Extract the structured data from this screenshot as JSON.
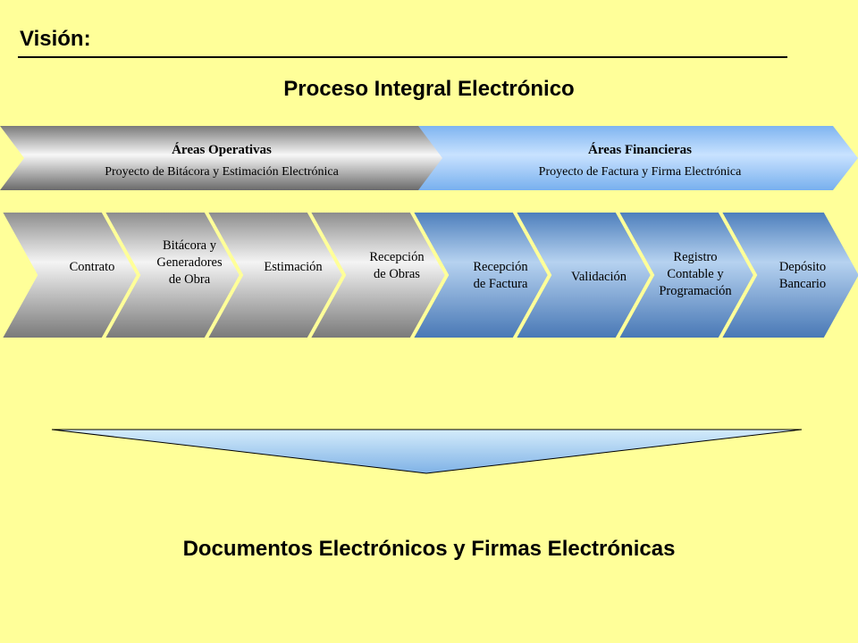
{
  "header": {
    "title": "Visión:"
  },
  "main_title": "Proceso Integral Electrónico",
  "bands": [
    {
      "title": "Áreas Operativas",
      "subtitle": "Proyecto de Bitácora y Estimación Electrónica"
    },
    {
      "title": "Áreas Financieras",
      "subtitle": "Proyecto de Factura y Firma  Electrónica"
    }
  ],
  "steps": [
    {
      "lines": [
        "Contrato"
      ]
    },
    {
      "lines": [
        "Bitácora y",
        "Generadores",
        "de Obra"
      ]
    },
    {
      "lines": [
        "Estimación"
      ]
    },
    {
      "lines": [
        "Recepción",
        "de Obras"
      ]
    },
    {
      "lines": [
        "Recepción",
        "de Factura"
      ]
    },
    {
      "lines": [
        "Validación"
      ]
    },
    {
      "lines": [
        "Registro",
        "Contable y",
        "Programación"
      ]
    },
    {
      "lines": [
        "Depósito",
        "Bancario"
      ]
    }
  ],
  "bottom_title": "Documentos Electrónicos y Firmas Electrónicas",
  "colors": {
    "background": "#ffff99",
    "gray_light": "#f5f5f5",
    "gray_dark": "#6e6e6e",
    "blue_light": "#c0dcf8",
    "blue_band": "#8fc3ff",
    "blue_step": "#5a8cc8",
    "separator": "#ffff99"
  }
}
